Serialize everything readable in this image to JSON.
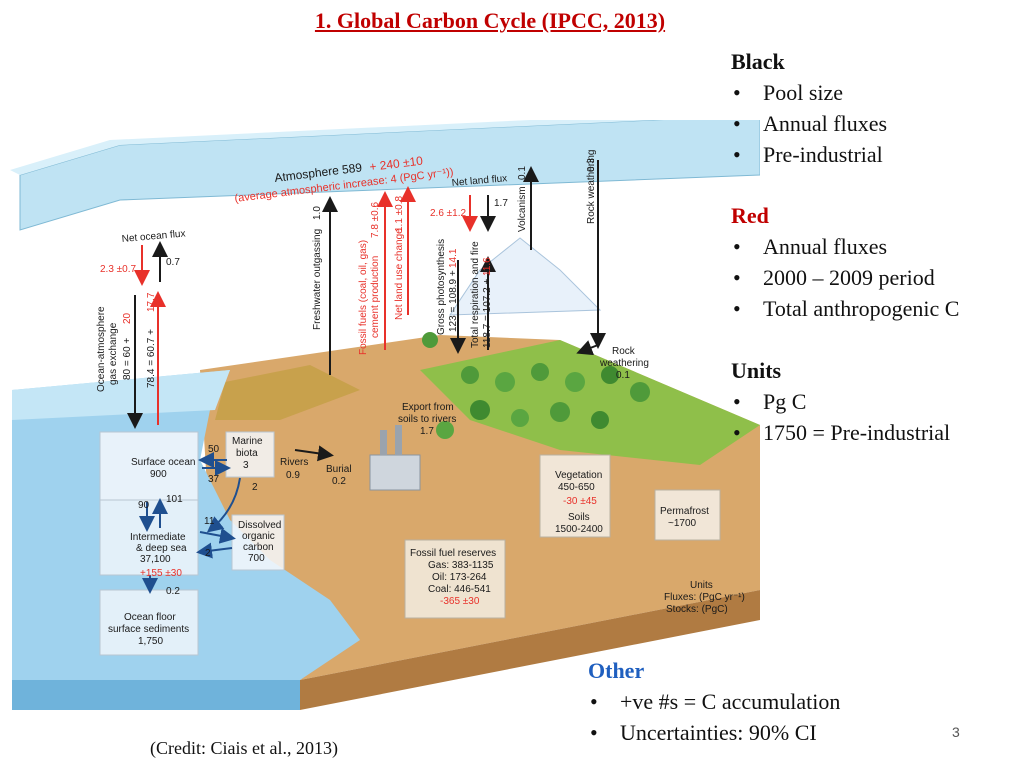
{
  "title": "1. Global Carbon Cycle (IPCC, 2013)",
  "legend_black": {
    "heading": "Black",
    "items": [
      "Pool size",
      "Annual fluxes",
      "Pre-industrial"
    ]
  },
  "legend_red": {
    "heading": "Red",
    "items": [
      "Annual fluxes",
      "2000 – 2009 period",
      "Total anthropogenic C"
    ]
  },
  "legend_units": {
    "heading": "Units",
    "items": [
      "Pg C",
      "1750 = Pre-industrial"
    ]
  },
  "legend_other": {
    "heading": "Other",
    "items": [
      "+ve #s = C accumulation",
      "Uncertainties: 90% CI"
    ]
  },
  "credit": "(Credit: Ciais et al., 2013)",
  "page_number": "3",
  "colors": {
    "black": "#1a1a1a",
    "red": "#e8312a",
    "heading_red": "#c00000",
    "heading_blue": "#1f5fbf"
  },
  "diagram": {
    "atmosphere": {
      "label": "Atmosphere 589",
      "red_value": "+ 240 ±10",
      "red_sub": "(average atmospheric increase: 4 (PgC yr⁻¹))"
    },
    "net_ocean_flux": {
      "label": "Net ocean flux",
      "black": "0.7",
      "red": "2.3 ±0.7"
    },
    "ocean_exchange": {
      "label1": "Ocean-atmosphere",
      "label2": "gas exchange",
      "black_up": "80 = 60 +",
      "red_up": "20",
      "black_down": "78.4 = 60.7 +",
      "red_down": "17.7"
    },
    "freshwater": {
      "label": "Freshwater outgassing",
      "value": "1.0"
    },
    "fossil_fuels": {
      "label1": "Fossil fuels (coal, oil, gas)",
      "label2": "cement production",
      "value": "7.8 ±0.6"
    },
    "land_use": {
      "label": "Net land use change",
      "value": "1.1 ±0.8"
    },
    "net_land_flux": {
      "label": "Net land flux",
      "black": "1.7",
      "red": "2.6 ±1.2"
    },
    "photosynthesis": {
      "label": "Gross photosynthesis",
      "black": "123 = 108.9 +",
      "red": "14.1"
    },
    "respiration": {
      "label": "Total respiration and fire",
      "black": "118.7 = 107.2 +",
      "red": "11.6"
    },
    "volcanism": {
      "label": "Volcanism",
      "value": "0.1"
    },
    "rock_weathering_top": {
      "label": "Rock weathering",
      "value": "0.3"
    },
    "rock_weathering": {
      "label1": "Rock",
      "label2": "weathering",
      "value": "0.1"
    },
    "export": {
      "label1": "Export from",
      "label2": "soils to rivers",
      "value": "1.7"
    },
    "rivers": {
      "label": "Rivers",
      "value": "0.9"
    },
    "burial": {
      "label": "Burial",
      "value": "0.2"
    },
    "surface_ocean": {
      "label": "Surface ocean",
      "value": "900"
    },
    "marine_biota": {
      "label1": "Marine",
      "label2": "biota",
      "value": "3"
    },
    "flux_50": "50",
    "flux_37": "37",
    "flux_2a": "2",
    "flux_90": "90",
    "flux_101": "101",
    "flux_11": "11",
    "flux_2b": "2",
    "flux_02": "0.2",
    "intermediate": {
      "label1": "Intermediate",
      "label2": "& deep sea",
      "value": "37,100",
      "red": "+155 ±30"
    },
    "dissolved": {
      "label1": "Dissolved",
      "label2": "organic",
      "label3": "carbon",
      "value": "700"
    },
    "ocean_floor": {
      "label1": "Ocean floor",
      "label2": "surface sediments",
      "value": "1,750"
    },
    "vegetation": {
      "label": "Vegetation",
      "value": "450-650",
      "red": "-30 ±45"
    },
    "soils": {
      "label": "Soils",
      "value": "1500-2400"
    },
    "permafrost": {
      "label": "Permafrost",
      "value": "~1700"
    },
    "fossil_reserves": {
      "label": "Fossil fuel reserves",
      "gas": "Gas: 383-1135",
      "oil": "Oil: 173-264",
      "coal": "Coal: 446-541",
      "red": "-365 ±30"
    },
    "units": {
      "label": "Units",
      "fluxes": "Fluxes: (PgC yr⁻¹)",
      "stocks": "Stocks: (PgC)"
    }
  }
}
